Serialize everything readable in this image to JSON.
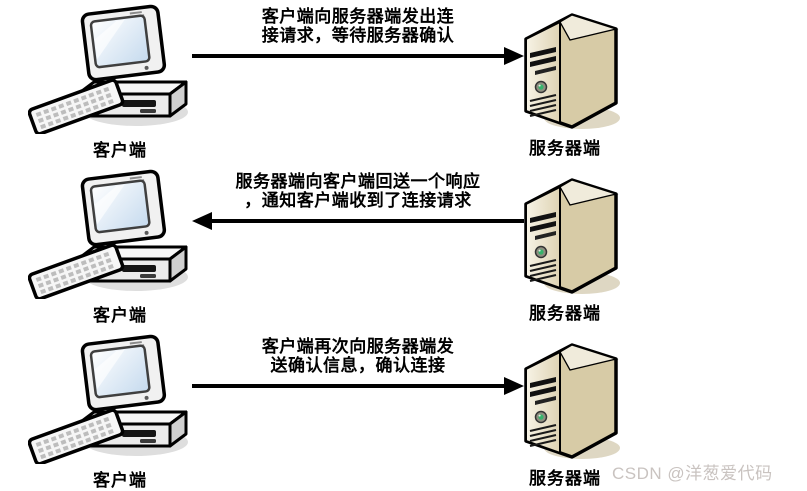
{
  "diagram": {
    "client_label": "客户端",
    "server_label": "服务器端",
    "steps": [
      {
        "line1": "客户端向服务器端发出连",
        "line2": "接请求，等待服务器确认",
        "direction": "right"
      },
      {
        "line1": "服务器端向客户端回送一个响应",
        "line2": "，通知客户端收到了连接请求",
        "direction": "left"
      },
      {
        "line1": "客户端再次向服务器端发",
        "line2": "送确认信息，确认连接",
        "direction": "right"
      }
    ],
    "watermark": "CSDN @洋葱爱代码",
    "colors": {
      "arrow": "#000000",
      "text": "#000000",
      "server_front": "#ede5cc",
      "server_side": "#d7cba6",
      "power_led": "#35b36b",
      "watermark": "#c9c3c0"
    }
  }
}
